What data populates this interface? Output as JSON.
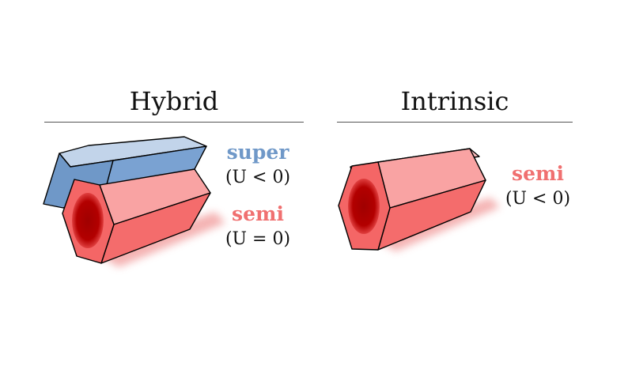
{
  "panels": {
    "hybrid": {
      "title": "Hybrid",
      "top_label": "super",
      "top_condition": "(U < 0)",
      "bottom_label": "semi",
      "bottom_condition": "(U = 0)"
    },
    "intrinsic": {
      "title": "Intrinsic",
      "label": "semi",
      "condition": "(U < 0)"
    }
  },
  "colors": {
    "super": "#6f98c8",
    "semi": "#f07070",
    "core": "#b00000",
    "outline": "#000000"
  }
}
